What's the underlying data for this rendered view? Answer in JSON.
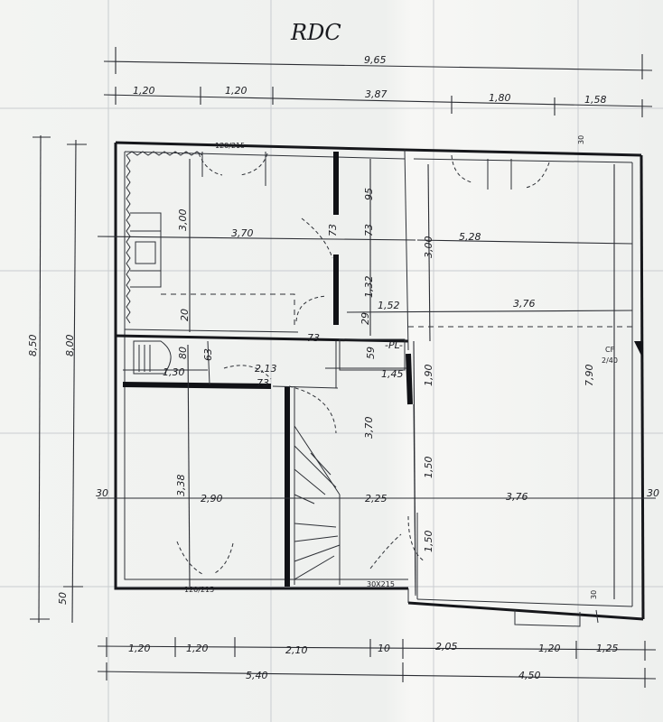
{
  "title": "RDC",
  "top_dims": {
    "overall": "9,65",
    "d1": "1,20",
    "d2": "1,20",
    "d3": "3,87",
    "d4": "1,80",
    "d5": "1,58",
    "window_left": "120/215",
    "right_margin": "30"
  },
  "left_dims": {
    "outer": "8,50",
    "inner": "8,00",
    "bottom": "50"
  },
  "room_dims": {
    "kitchen_h": "3,00",
    "kitchen_w": "3,70",
    "hall_w": "95",
    "hall_a": "73",
    "hall_b": "1,32",
    "wall_20": "20",
    "wall_73a": "73",
    "small_152": "1,52",
    "small_29": "29",
    "small_59": "59",
    "small_145": "1,45",
    "pl": "-PL-",
    "wc_130": "1,30",
    "wc_80": "80",
    "wc_63": "63",
    "landing_213": "2,13",
    "landing_73": "73",
    "stair_h": "3,70",
    "stair_190": "1,90",
    "stair_150a": "1,50",
    "stair_150b": "1,50",
    "living_h1": "3,00",
    "living_w1": "5,28",
    "living_w2": "3,76",
    "living_h": "7,90",
    "cf": "CF",
    "cf_size": "2/40",
    "right_30": "30",
    "right_30b": "30"
  },
  "mid_dims": {
    "left_30": "30",
    "room_h": "3,38",
    "room_w": "2,90",
    "stair_w": "2,25",
    "living_w": "3,76",
    "right_30": "30"
  },
  "bottom_dims": {
    "b1": "1,20",
    "b2": "1,20",
    "b3": "2,10",
    "b4": "10",
    "b5": "2,05",
    "b6": "1,20",
    "b7": "1,25",
    "left_total": "5,40",
    "right_total": "4,50",
    "window_bottom": "120/215",
    "window_small": "30X215"
  }
}
